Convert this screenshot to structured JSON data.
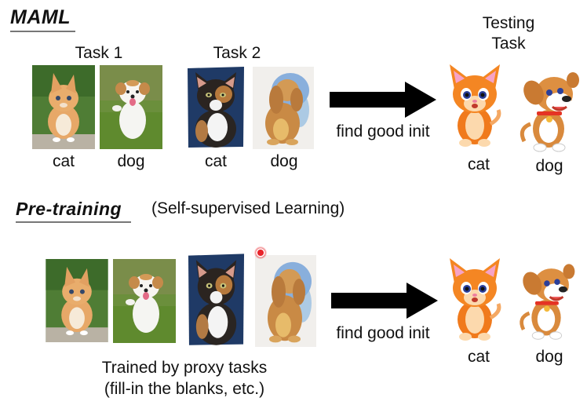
{
  "maml": {
    "title": "MAML",
    "task1": {
      "label": "Task 1",
      "items": [
        {
          "label": "cat",
          "image": "photo-kitten"
        },
        {
          "label": "dog",
          "image": "photo-puppy"
        }
      ]
    },
    "task2": {
      "label": "Task 2",
      "items": [
        {
          "label": "cat",
          "image": "watercolor-cat"
        },
        {
          "label": "dog",
          "image": "watercolor-dog"
        }
      ]
    },
    "arrow_label": "find good init",
    "testing": {
      "label_line1": "Testing",
      "label_line2": "Task",
      "items": [
        {
          "label": "cat",
          "image": "cartoon-cat"
        },
        {
          "label": "dog",
          "image": "cartoon-dog"
        }
      ]
    }
  },
  "pretraining": {
    "title": "Pre-training",
    "subtitle": "(Self-supervised Learning)",
    "arrow_label": "find good init",
    "caption_line1": "Trained by proxy tasks",
    "caption_line2": "(fill-in the blanks, etc.)",
    "testing": {
      "items": [
        {
          "label": "cat",
          "image": "cartoon-cat"
        },
        {
          "label": "dog",
          "image": "cartoon-dog"
        }
      ]
    }
  },
  "colors": {
    "cursor_dot": "#e8242b",
    "arrow": "#000000",
    "underline": "#777777"
  }
}
